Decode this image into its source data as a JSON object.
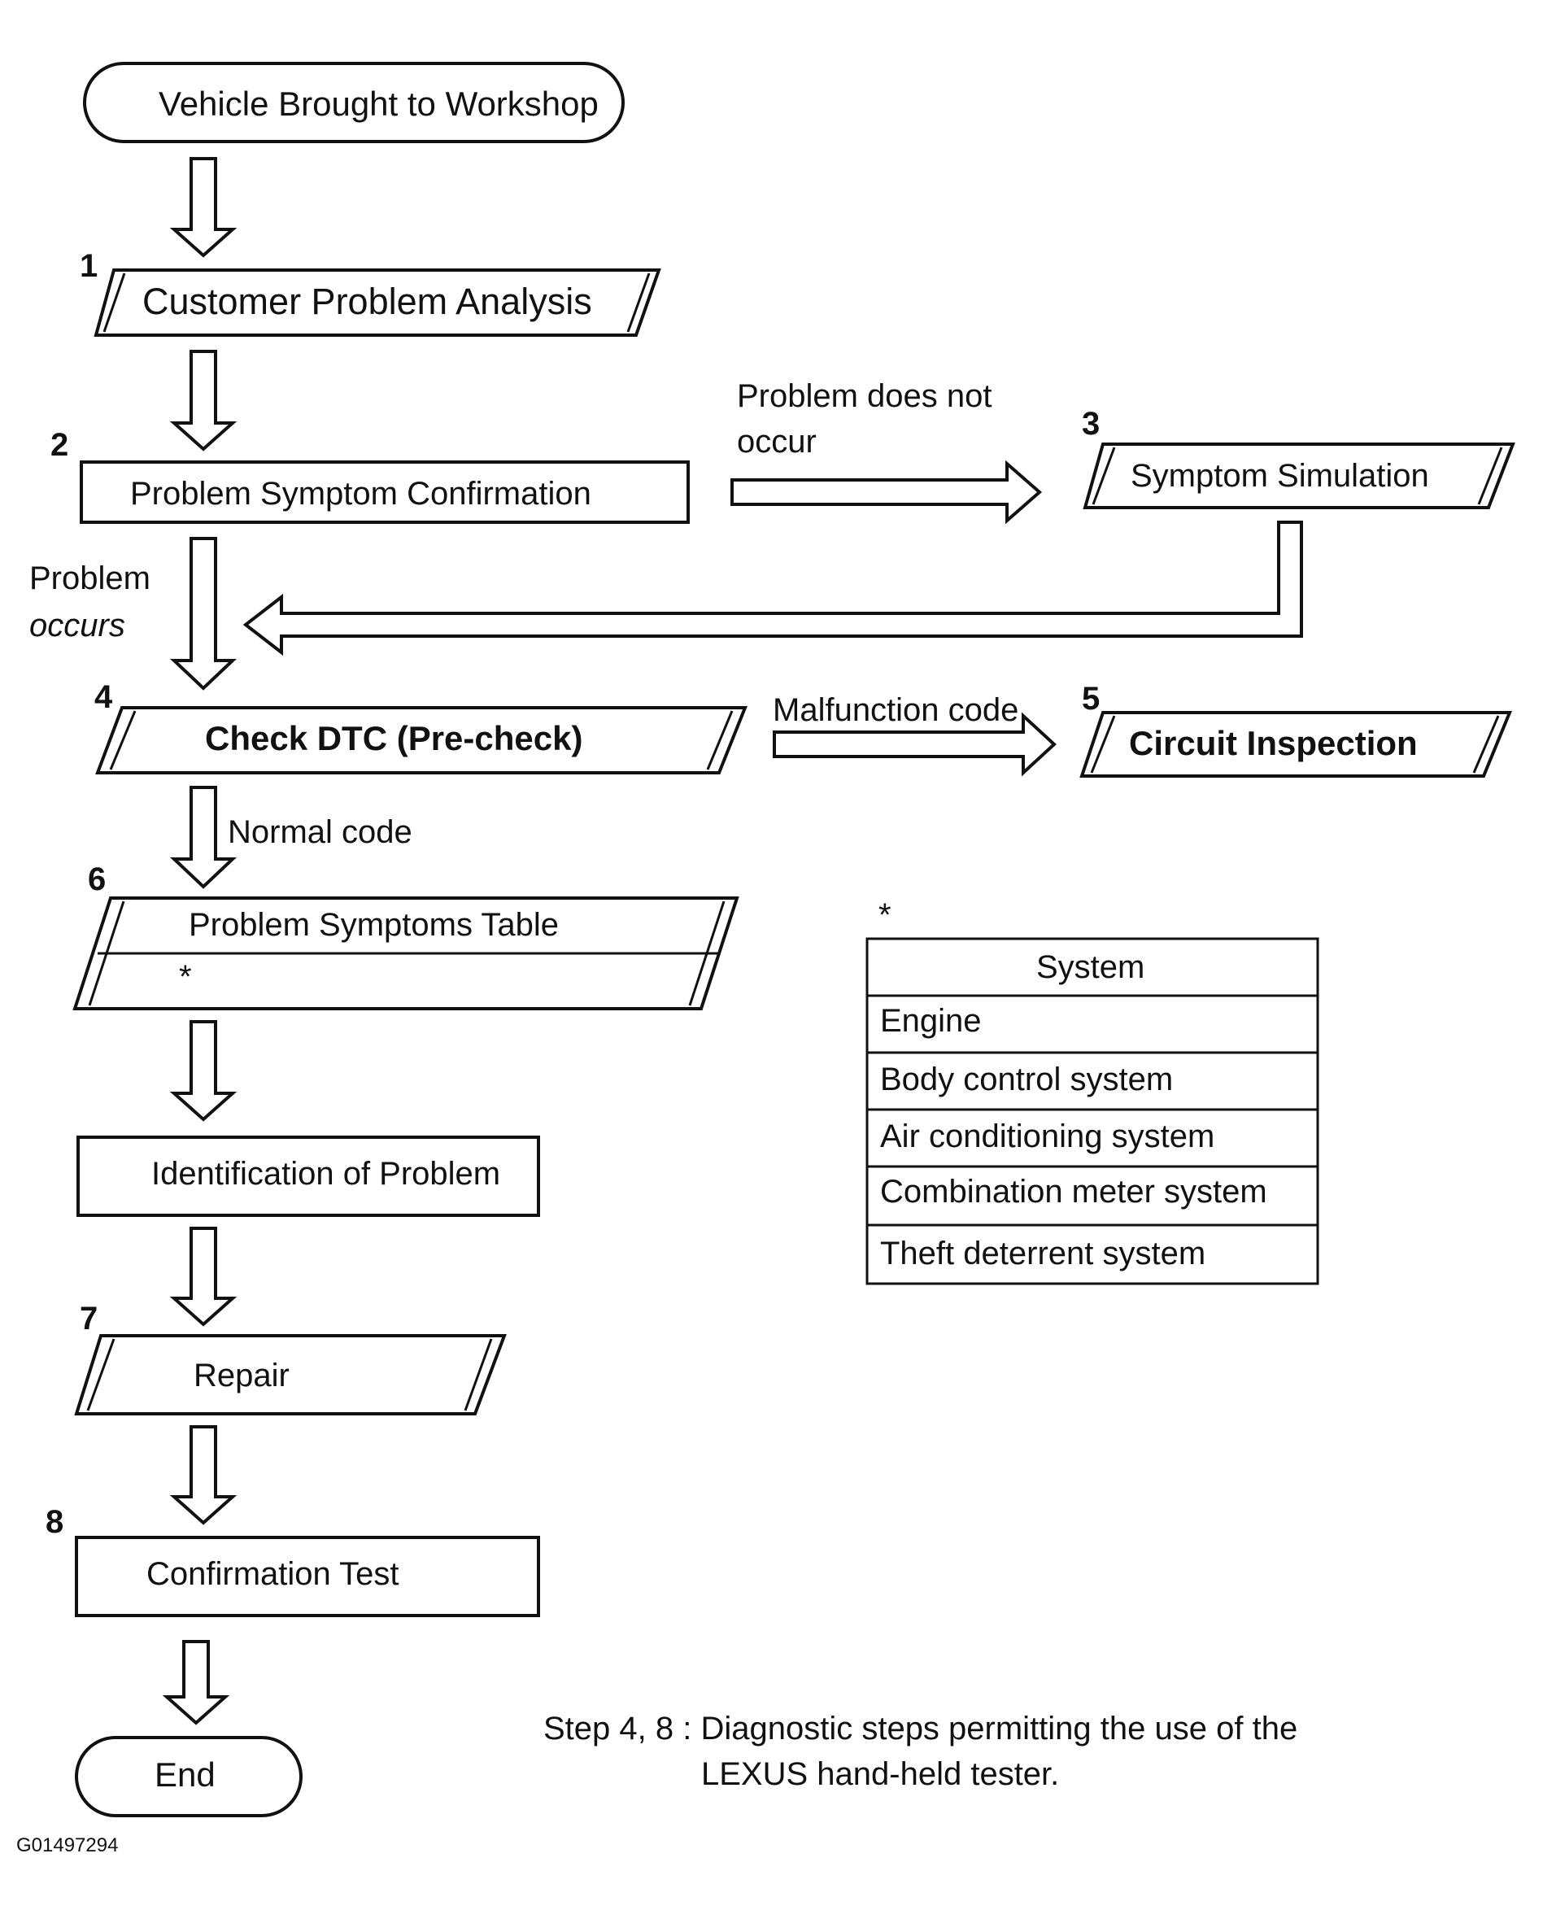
{
  "steps": {
    "start": {
      "label": "Vehicle Brought to Workshop"
    },
    "s1": {
      "num": "1",
      "label": "Customer Problem Analysis"
    },
    "s2": {
      "num": "2",
      "label": "Problem Symptom Confirmation"
    },
    "s3": {
      "num": "3",
      "label": "Symptom Simulation"
    },
    "s4": {
      "num": "4",
      "label": "Check DTC (Pre-check)"
    },
    "s5": {
      "num": "5",
      "label": "Circuit Inspection"
    },
    "s6": {
      "num": "6",
      "label": "Problem Symptoms Table",
      "note": "*"
    },
    "identification": {
      "label": "Identification of Problem"
    },
    "s7": {
      "num": "7",
      "label": "Repair"
    },
    "s8": {
      "num": "8",
      "label": "Confirmation Test"
    },
    "end": {
      "label": "End"
    }
  },
  "edges": {
    "not_occur_line1": "Problem does not",
    "not_occur_line2": "occur",
    "occurs_line1": "Problem",
    "occurs_line2": "occurs",
    "malfunction": "Malfunction code",
    "normal": "Normal code"
  },
  "system_table": {
    "marker": "*",
    "header": "System",
    "rows": [
      "Engine",
      "Body control system",
      "Air conditioning system",
      "Combination meter system",
      "Theft deterrent system"
    ]
  },
  "footnote": {
    "line1": "Step 4, 8 : Diagnostic steps permitting the use of the",
    "line2": "LEXUS hand-held tester."
  },
  "figure_id": "G01497294"
}
